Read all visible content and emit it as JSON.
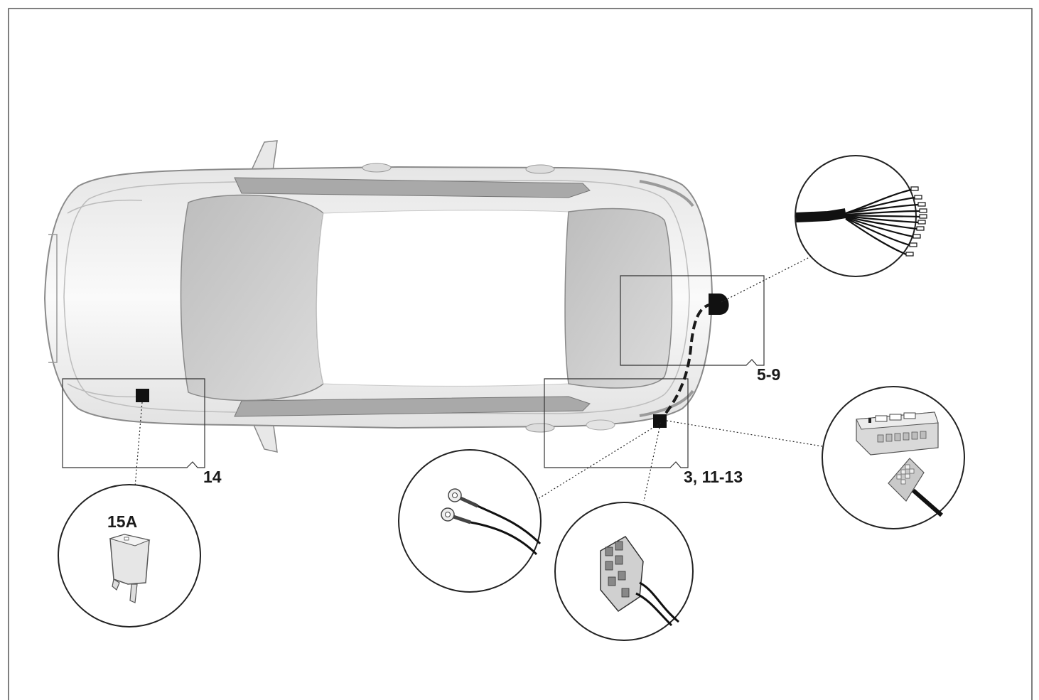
{
  "labels": {
    "rear_harness": "5-9",
    "ground_and_connector": "3, 11-13",
    "fuse_area": "14",
    "fuse_rating": "15A"
  },
  "icons": {
    "car": "car-top-view-icon",
    "wire_harness": "wire-harness-icon",
    "ground_ring": "ground-ring-terminal-icon",
    "connector": "multi-pin-connector-icon",
    "module": "electronic-module-icon",
    "fuse": "blade-fuse-icon"
  },
  "colors": {
    "frame": "#333333",
    "car_body": "#f2f2f2",
    "glass": "#cfcfcf",
    "marker": "#111111"
  }
}
